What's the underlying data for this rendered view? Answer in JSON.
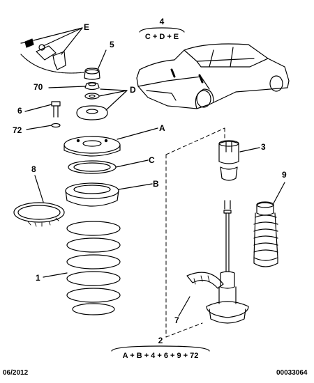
{
  "labels": {
    "A": "A",
    "B": "B",
    "C": "C",
    "D": "D",
    "E": "E",
    "p1": "1",
    "p2": "2",
    "p3": "3",
    "p4": "4",
    "p5": "5",
    "p6": "6",
    "p7": "7",
    "p8": "8",
    "p9": "9",
    "p70": "70",
    "p72": "72"
  },
  "kits": {
    "kit4_number": "4",
    "kit4_formula": "C + D + E",
    "kit2_number": "2",
    "kit2_formula": "A + B + 4 + 6 + 9 + 72"
  },
  "footer": {
    "date": "06/2012",
    "ref": "00033064"
  }
}
